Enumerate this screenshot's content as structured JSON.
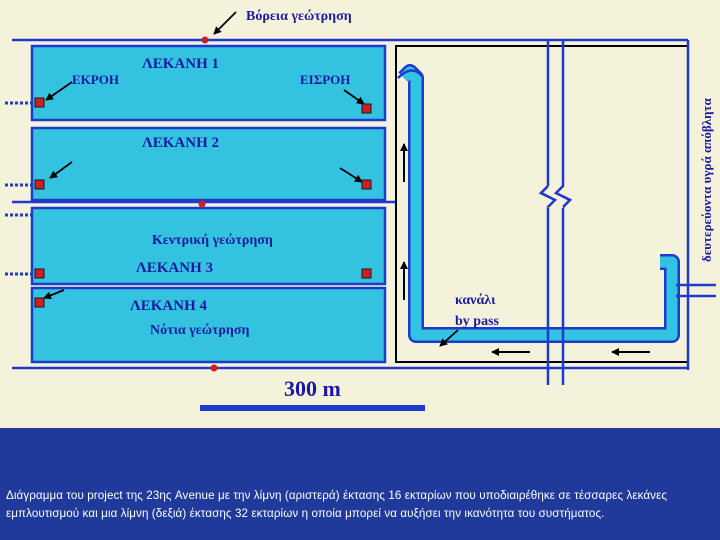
{
  "diagram": {
    "labels": {
      "north_ditch": "Βόρεια γεώτρηση",
      "basin1": "ΛΕΚΑΝΗ 1",
      "outflow": "ΕΚΡΟΗ",
      "inflow": "ΕΙΣΡΟΗ",
      "basin2": "ΛΕΚΑΝΗ 2",
      "central_ditch": "Κεντρική γεώτρηση",
      "basin3": "ΛΕΚΑΝΗ 3",
      "basin4": "ΛΕΚΑΝΗ 4",
      "south_ditch": "Νότια γεώτρηση",
      "bypass_line1": "κανάλι",
      "bypass_line2": "by pass",
      "secondary_effluent": "δευτερεύοντα υγρά απόβλητα",
      "scale": "300 m"
    },
    "colors": {
      "background": "#f5f2dc",
      "basin_fill": "#33c3e0",
      "pipe": "#1f3acc",
      "marker": "#cc1f1f",
      "label": "#1a1aa0",
      "caption_band": "#1f3a9a"
    }
  },
  "caption": "Διάγραμμα του project της 23ης Avenue με την λίμνη (αριστερά) έκτασης 16 εκταρίων που υποδιαιρέθηκε σε τέσσαρες λεκάνες εμπλουτισμού και μια λίμνη (δεξιά) έκτασης 32 εκταρίων η οποία μπορεί να αυξήσει την ικανότητα του συστήματος."
}
